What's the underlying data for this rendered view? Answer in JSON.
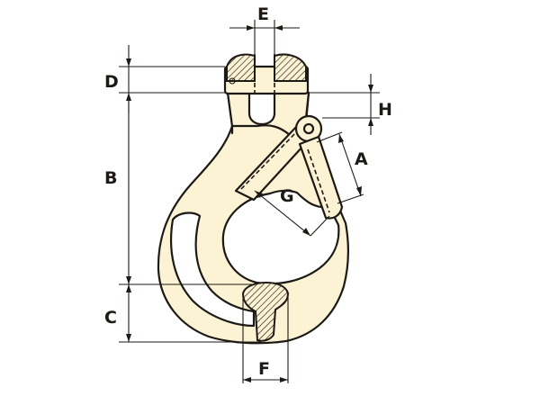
{
  "dimensions": {
    "A": "A",
    "B": "B",
    "C": "C",
    "D": "D",
    "E": "E",
    "F": "F",
    "G": "G",
    "H": "H"
  },
  "colors": {
    "ink": "#1d1a15",
    "part_fill": "#fbf3d3"
  }
}
